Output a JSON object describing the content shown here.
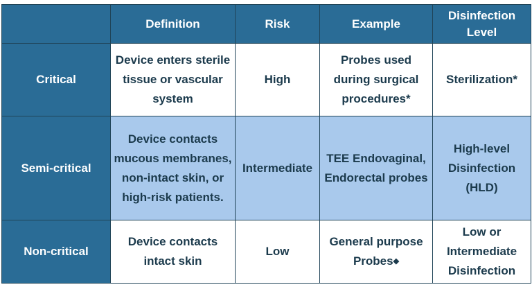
{
  "table": {
    "headers": [
      "",
      "Definition",
      "Risk",
      "Example",
      "Disinfection Level"
    ],
    "rows": [
      {
        "category": "Critical",
        "definition": "Device enters sterile tissue or vascular system",
        "risk": "High",
        "example": "Probes used during surgical procedures*",
        "level": "Sterilization*"
      },
      {
        "category": "Semi-critical",
        "definition": "Device contacts mucous membranes, non-intact skin, or high-risk patients.",
        "risk": "Intermediate",
        "example": "TEE Endovaginal, Endorectal probes",
        "level": "High-level Disinfection (HLD)"
      },
      {
        "category": "Non-critical",
        "definition": "Device contacts intact skin",
        "risk": "Low",
        "example": "General purpose Probes",
        "example_symbol": "◆",
        "level": "Low or Intermediate Disinfection"
      }
    ]
  },
  "colors": {
    "header_bg": "#2a6c96",
    "highlight_row_bg": "#a9c9ec",
    "text_dark": "#1b3a4c"
  }
}
